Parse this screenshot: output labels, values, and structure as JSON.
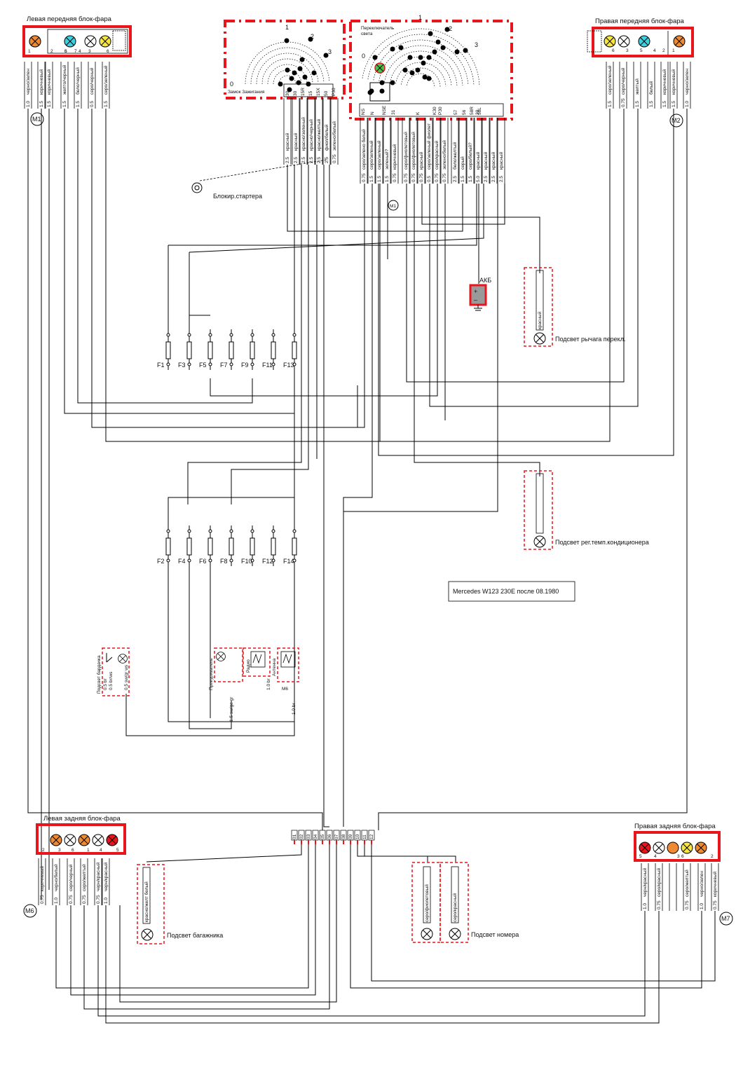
{
  "front_left": {
    "title": "Левая передняя блок-фара",
    "motor": "M1",
    "pins": [
      "1",
      "6",
      "2",
      "5",
      "7",
      "4",
      "3",
      "6"
    ],
    "wires": [
      {
        "gauge": "1.0",
        "color": "черно/зелен"
      },
      {
        "gauge": "1.5",
        "color": "коричневый"
      },
      {
        "gauge": "1.5",
        "color": "коричневый"
      },
      {
        "gauge": "1.5",
        "color": "желто/черный"
      },
      {
        "gauge": "1.5",
        "color": "бело/черный"
      },
      {
        "gauge": "0.5",
        "color": "серо/черный"
      },
      {
        "gauge": "1.5",
        "color": "серо/зеленый"
      }
    ]
  },
  "front_right": {
    "title": "Правая передняя блок-фара",
    "motor": "M2",
    "pins": [
      "6",
      "3",
      "5",
      "4",
      "1",
      "2"
    ],
    "wires": [
      {
        "gauge": "1.5",
        "color": "серо/зеленый"
      },
      {
        "gauge": "0.75",
        "color": "серо/черный"
      },
      {
        "gauge": "1.5",
        "color": "желтый"
      },
      {
        "gauge": "1.5",
        "color": "белый"
      },
      {
        "gauge": "1.5",
        "color": "коричневый"
      },
      {
        "gauge": "1.5",
        "color": "коричневый"
      },
      {
        "gauge": "1.0",
        "color": "черно/зелен"
      }
    ]
  },
  "ignition": {
    "label": "Замок Зажигания",
    "positions": [
      "0",
      "1",
      "2",
      "3"
    ],
    "terminals": [
      "30",
      "30",
      "15R",
      "15",
      "15X",
      "50",
      "P30"
    ],
    "wires": [
      {
        "gauge": "2.5",
        "color": "красный"
      },
      {
        "gauge": "2.5",
        "color": "красный"
      },
      {
        "gauge": "2.5",
        "color": "красно/зеленый"
      },
      {
        "gauge": "2.5",
        "color": "красно/черный"
      },
      {
        "gauge": "2.5",
        "color": "красно/желтый"
      },
      {
        "gauge": "2.5",
        "color": "фиол/белый"
      },
      {
        "gauge": "0.75",
        "color": "зелено/белый"
      }
    ],
    "starter_lock": "Блокир.стартера"
  },
  "light_switch": {
    "label_line1": "Переключатель",
    "label_line2": "света",
    "positions": [
      "0",
      "1",
      "2",
      "3"
    ],
    "terminals": [
      "NS",
      "N",
      "NSE",
      "31",
      "K",
      "K30",
      "P30",
      "57",
      "56",
      "58R",
      "58L",
      "30"
    ],
    "motor": "M1",
    "wires": [
      {
        "gauge": "0.75",
        "color": "серо/зелено белый"
      },
      {
        "gauge": "1.5",
        "color": "серо/зеленый"
      },
      {
        "gauge": "1.5",
        "color": "серо/зеленый"
      },
      {
        "gauge": "1.5",
        "color": "зеленый?"
      },
      {
        "gauge": "0.75",
        "color": "коричневый"
      },
      {
        "gauge": "0.75",
        "color": "серо/фиолетовый"
      },
      {
        "gauge": "0.75",
        "color": "серо/фиолетовый"
      },
      {
        "gauge": "0.75",
        "color": "красный"
      },
      {
        "gauge": "0.5",
        "color": "серо/зеленый фиолет"
      },
      {
        "gauge": "0.75",
        "color": "серо/красный"
      },
      {
        "gauge": "0.75",
        "color": "зелено/белый"
      },
      {
        "gauge": "2.5",
        "color": "бело/желтый"
      },
      {
        "gauge": "1.5",
        "color": "серый"
      },
      {
        "gauge": "1.5",
        "color": "серо/белый?"
      },
      {
        "gauge": "5.0",
        "color": "красный"
      },
      {
        "gauge": "2.5",
        "color": "красный"
      },
      {
        "gauge": "2.5",
        "color": "красный"
      },
      {
        "gauge": "2.5",
        "color": "красный"
      }
    ]
  },
  "battery": {
    "label": "АКБ"
  },
  "lever_light": {
    "label": "Подсвет рычага перекл.",
    "wire": {
      "gauge": "0.75",
      "color": "красный"
    }
  },
  "ac_light": {
    "label": "Подсвет рег.темп.кондиционера"
  },
  "fuses_top": [
    "F1",
    "F3",
    "F5",
    "F7",
    "F9",
    "F11",
    "F13"
  ],
  "fuses_bottom": [
    "F2",
    "F4",
    "F6",
    "F8",
    "F10",
    "F12",
    "F14"
  ],
  "model_note": "Mercedes W123 230E после 08.1980",
  "glovebox": {
    "label": "Подсвет бардачка",
    "wires": [
      "0.5 br",
      "0.5 br/ws",
      "0.5 sw/gr ws"
    ]
  },
  "lighter": {
    "label": "Прикуриватель",
    "wire": "1.5 sw/ge gr"
  },
  "radio": {
    "label": "Радио"
  },
  "antenna": {
    "label": "Антенна",
    "motor": "M6",
    "wires": [
      "1.0 br",
      "1.0 br"
    ]
  },
  "connector": {
    "pins": [
      "01",
      "02",
      "03",
      "04",
      "05",
      "06",
      "07",
      "08",
      "09",
      "10",
      "11",
      "12"
    ]
  },
  "rear_left": {
    "title": "Левая задняя блок-фара",
    "motor": "M6",
    "pins": [
      "2",
      "3",
      "6",
      "1",
      "4",
      "5"
    ],
    "wires": [
      {
        "gauge": "0.75",
        "color": "коричневый"
      },
      {
        "gauge": "1.0",
        "color": "черно/белый"
      },
      {
        "gauge": "0.75",
        "color": "серо/черный"
      },
      {
        "gauge": "0.75",
        "color": "серо/желтый"
      },
      {
        "gauge": "0.75",
        "color": "черн/красный"
      },
      {
        "gauge": "1.0",
        "color": "черн/красный"
      }
    ]
  },
  "trunk_light": {
    "label": "Подсвет багажника",
    "wire": {
      "gauge": "0.75",
      "color": "красно/желт белый"
    }
  },
  "plate_light": {
    "label": "Подсвет номера",
    "wires": [
      {
        "gauge": "0.75",
        "color": "серо/фиолетовый"
      },
      {
        "gauge": "0.75",
        "color": "серо/красный"
      }
    ]
  },
  "rear_right": {
    "title": "Правая задняя блок-фара",
    "motor": "M7",
    "pins": [
      "5",
      "4",
      "6",
      "3",
      "2"
    ],
    "wires": [
      {
        "gauge": "1.0",
        "color": "черн/красный"
      },
      {
        "gauge": "0.75",
        "color": "серо/красный"
      },
      {
        "gauge": "",
        "color": ""
      },
      {
        "gauge": "0.75",
        "color": "серо/желтый"
      },
      {
        "gauge": "1.0",
        "color": "черно/зелен"
      },
      {
        "gauge": "0.75",
        "color": "коричневый"
      }
    ]
  },
  "colors": {
    "highlight": "#e8151b",
    "orange": "#f08a32",
    "cyan": "#3fd0e0",
    "yellow": "#f7e445",
    "red": "#e8151b",
    "green": "#49c24a",
    "battery": "#9a9a9a"
  }
}
